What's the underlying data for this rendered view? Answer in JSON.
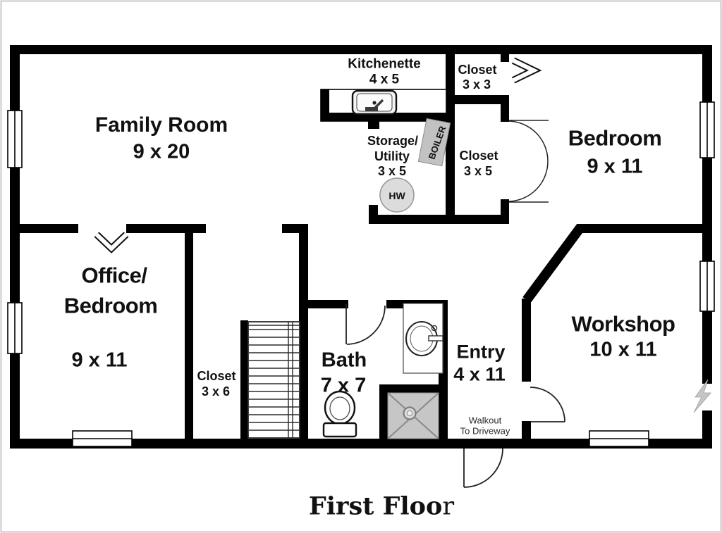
{
  "plan": {
    "title": {
      "main": "First Floo",
      "tail": "r"
    },
    "rooms": {
      "family": {
        "name": "Family Room",
        "dims": "9 x 20"
      },
      "kitchenette": {
        "name": "Kitchenette",
        "dims": "4 x 5"
      },
      "closet_3x3": {
        "name": "Closet",
        "dims": "3 x 3"
      },
      "storage": {
        "line1": "Storage/",
        "line2": "Utility",
        "dims": "3 x 5"
      },
      "closet_3x5": {
        "name": "Closet",
        "dims": "3 x 5"
      },
      "bedroom": {
        "name": "Bedroom",
        "dims": "9 x 11"
      },
      "office": {
        "line1": "Office/",
        "line2": "Bedroom",
        "dims": "9 x 11"
      },
      "closet_3x6": {
        "name": "Closet",
        "dims": "3 x 6"
      },
      "bath": {
        "name": "Bath",
        "dims": "7 x 7"
      },
      "entry": {
        "name": "Entry",
        "dims": "4 x 11"
      },
      "workshop": {
        "name": "Workshop",
        "dims": "10 x 11"
      }
    },
    "annotations": {
      "walkout1": "Walkout",
      "walkout2": "To Driveway",
      "boiler": "BOILER",
      "water_heater": "HW"
    },
    "colors": {
      "wall": "#000000",
      "text": "#111111",
      "fixture": "#c6c6c6",
      "frame": "#c9c9c9"
    }
  }
}
